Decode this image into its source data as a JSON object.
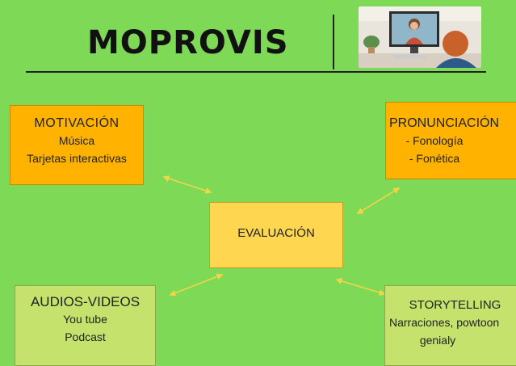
{
  "title": "MOPROVIS",
  "photo": {
    "icon": "video-call-photo"
  },
  "nodes": {
    "motivacion": {
      "title": "MOTIVACIÓN",
      "lines": [
        "Música",
        "Tarjetas interactivas"
      ]
    },
    "pronunciacion": {
      "title": "PRONUNCIACIÓN",
      "lines": [
        "- Fonología",
        "- Fonética"
      ]
    },
    "evaluacion": {
      "title": "EVALUACIÓN"
    },
    "audios": {
      "title": "AUDIOS-VIDEOS",
      "lines": [
        "You tube",
        "Podcast"
      ]
    },
    "storytelling": {
      "title": "STORYTELLING",
      "lines": [
        "Narraciones, powtoon",
        "genialy"
      ]
    }
  },
  "colors": {
    "background": "#7ed957",
    "orange_box": "#ffb300",
    "yellow_box": "#ffd650",
    "pale_box": "#c5e26c",
    "arrow": "#f5d547"
  }
}
